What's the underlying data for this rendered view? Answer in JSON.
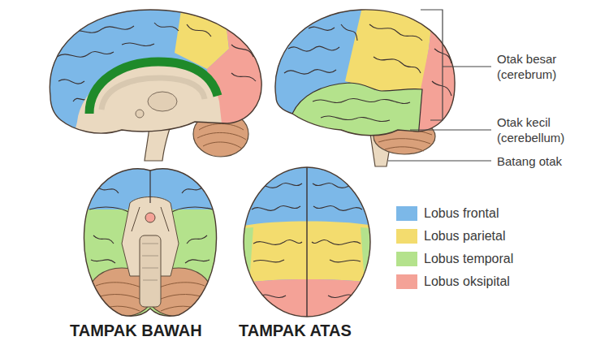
{
  "diagram": {
    "labels": [
      "Otak besar (cerebrum)",
      "Otak kecil (cerebellum)",
      "Batang otak",
      "TAMPAK BAWAH",
      "TAMPAK ATAS"
    ],
    "legend": [
      {
        "text": "Lobus frontal",
        "color": "#7cb8e8"
      },
      {
        "text": "Lobus parietal",
        "color": "#f3dc6e"
      },
      {
        "text": "Lobus temporal",
        "color": "#b4e28c"
      },
      {
        "text": "Lobus oksipital",
        "color": "#f4a297"
      }
    ]
  }
}
